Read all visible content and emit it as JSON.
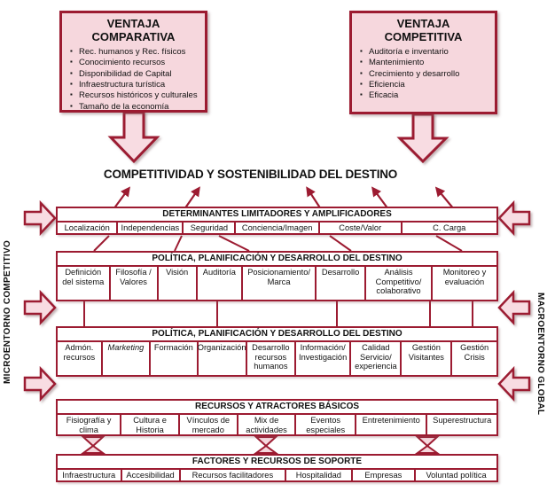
{
  "colors": {
    "maroon": "#9c1b31",
    "pink_fill": "#f6d7dd",
    "arrow_fill": "#f8dce2",
    "text": "#121212"
  },
  "title": "COMPETITIVIDAD Y SOSTENIBILIDAD DEL DESTINO",
  "top_boxes": [
    {
      "title": "VENTAJA COMPARATIVA",
      "items": [
        "Rec. humanos y Rec. físicos",
        "Conocimiento recursos",
        "Disponibilidad de Capital",
        "Infraestructura turística",
        "Recursos históricos y culturales",
        "Tamaño de la economía"
      ]
    },
    {
      "title": "VENTAJA COMPETITIVA",
      "items": [
        "Auditoría e inventario",
        "Mantenimiento",
        "Crecimiento y desarrollo",
        "Eficiencia",
        "Eficacia"
      ]
    }
  ],
  "bands": [
    {
      "header": "DETERMINANTES LIMITADORES Y AMPLIFICADORES",
      "cells": [
        "Localización",
        "Independencias",
        "Seguridad",
        "Conciencia/Imagen",
        "Coste/Valor",
        "C. Carga"
      ]
    },
    {
      "header": "POLÍTICA, PLANIFICACIÓN Y DESARROLLO DEL DESTINO",
      "cells": [
        "Definición del sistema",
        "Filosofía / Valores",
        "Visión",
        "Auditoría",
        "Posicionamiento/ Marca",
        "Desarrollo",
        "Análisis Competitivo/ colaborativo",
        "Monitoreo y evaluación"
      ]
    },
    {
      "header": "POLÍTICA, PLANIFICACIÓN Y DESARROLLO DEL DESTINO",
      "cells": [
        "Admón. recursos",
        "Marketing",
        "Formación",
        "Organización",
        "Desarrollo recursos humanos",
        "Información/ Investigación",
        "Calidad Servicio/ experiencia",
        "Gestión Visitantes",
        "Gestión Crisis"
      ]
    },
    {
      "header": "RECURSOS Y ATRACTORES BÁSICOS",
      "cells": [
        "Fisiografía y clima",
        "Cultura e Historia",
        "Vínculos de mercado",
        "Mix de actividades",
        "Eventos especiales",
        "Entretenimiento",
        "Superestructura"
      ]
    },
    {
      "header": "FACTORES Y RECURSOS DE SOPORTE",
      "cells": [
        "Infraestructura",
        "Accesibilidad",
        "Recursos facilitadores",
        "Hospitalidad",
        "Empresas",
        "Voluntad política"
      ]
    }
  ],
  "side_labels": {
    "left": "MICROENTORNO COMPETITIVO",
    "right": "MACROENTORNO GLOBAL"
  }
}
